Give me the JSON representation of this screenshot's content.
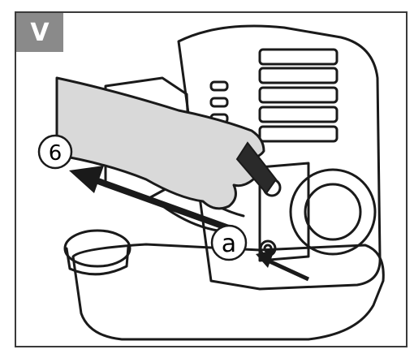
{
  "step": {
    "label": "V"
  },
  "callouts": {
    "direction": "6",
    "part": "a"
  },
  "colors": {
    "badge": "#8a8a8a",
    "hand": "#d9d9d9",
    "line": "#1a1a1a",
    "frame": "#3a3a3a"
  }
}
